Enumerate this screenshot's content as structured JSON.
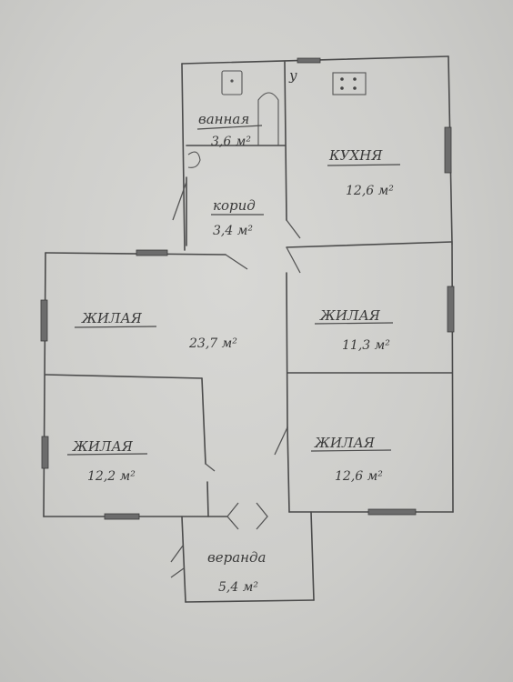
{
  "rooms": {
    "bathroom": {
      "label": "ванная",
      "area": "3,6 м²"
    },
    "kitchen": {
      "label": "КУХНЯ",
      "area": "12,6 м²"
    },
    "corridor": {
      "label": "корид",
      "area": "3,4 м²"
    },
    "living_big": {
      "label": "ЖИЛАЯ",
      "area": "23,7 м²"
    },
    "living_right": {
      "label": "ЖИЛАЯ",
      "area": "11,3 м²"
    },
    "living_bottom_left": {
      "label": "ЖИЛАЯ",
      "area": "12,2 м²"
    },
    "living_bottom_right": {
      "label": "ЖИЛАЯ",
      "area": "12,6 м²"
    },
    "veranda": {
      "label": "веранда",
      "area": "5,4 м²"
    }
  },
  "marks": {
    "corner_mark": "у"
  }
}
